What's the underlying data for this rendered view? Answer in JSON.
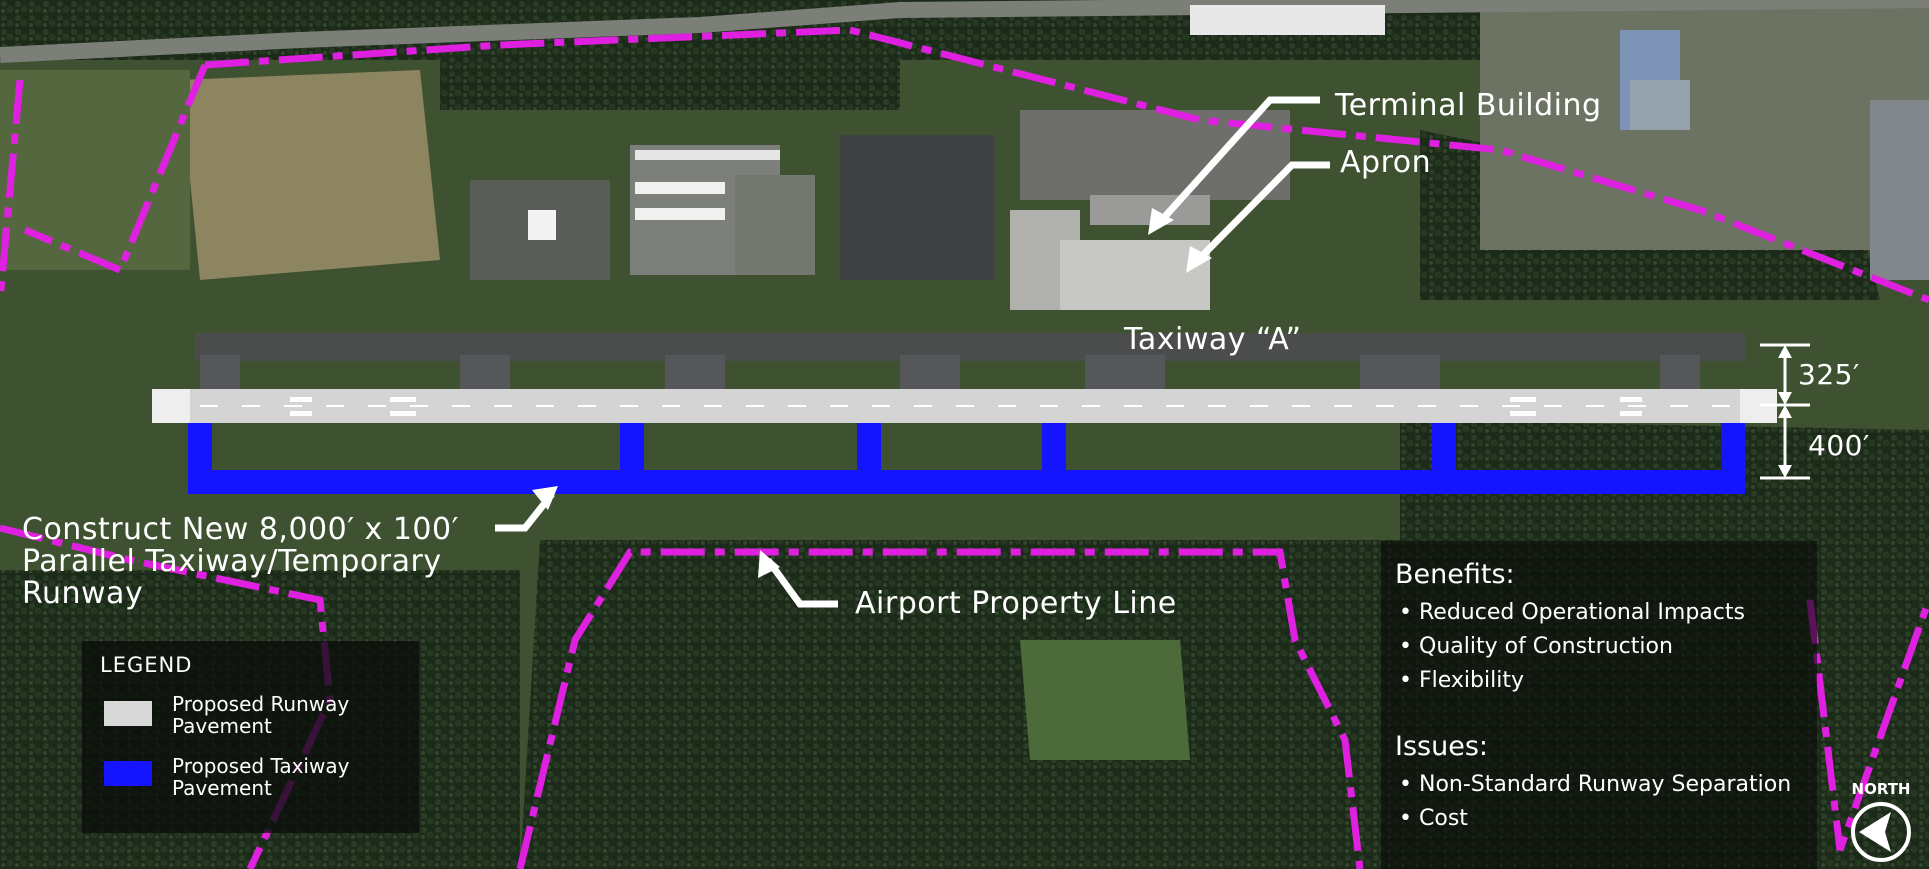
{
  "labels": {
    "terminal": "Terminal Building",
    "apron": "Apron",
    "taxiway": "Taxiway “A”",
    "property": "Airport Property Line",
    "construct": "Construct New 8,000′ x 100′ Parallel Taxiway/Temporary Runway",
    "dim_top": "325′",
    "dim_bottom": "400′",
    "north": "NORTH"
  },
  "legend": {
    "title": "LEGEND",
    "items": [
      {
        "label": "Proposed Runway Pavement",
        "color": "#d9d9d9"
      },
      {
        "label": "Proposed Taxiway Pavement",
        "color": "#1414ff"
      }
    ]
  },
  "benefits": {
    "title": "Benefits:",
    "items": [
      "Reduced Operational Impacts",
      "Quality of Construction",
      "Flexibility"
    ]
  },
  "issues": {
    "title": "Issues:",
    "items": [
      "Non-Standard Runway Separation",
      "Cost"
    ]
  },
  "colors": {
    "property_line": "#e020e0",
    "taxiway_proposed": "#1414ff",
    "runway_proposed": "#d9d9d9",
    "forest": "#1f2e1c",
    "grass": "#3f5532"
  }
}
